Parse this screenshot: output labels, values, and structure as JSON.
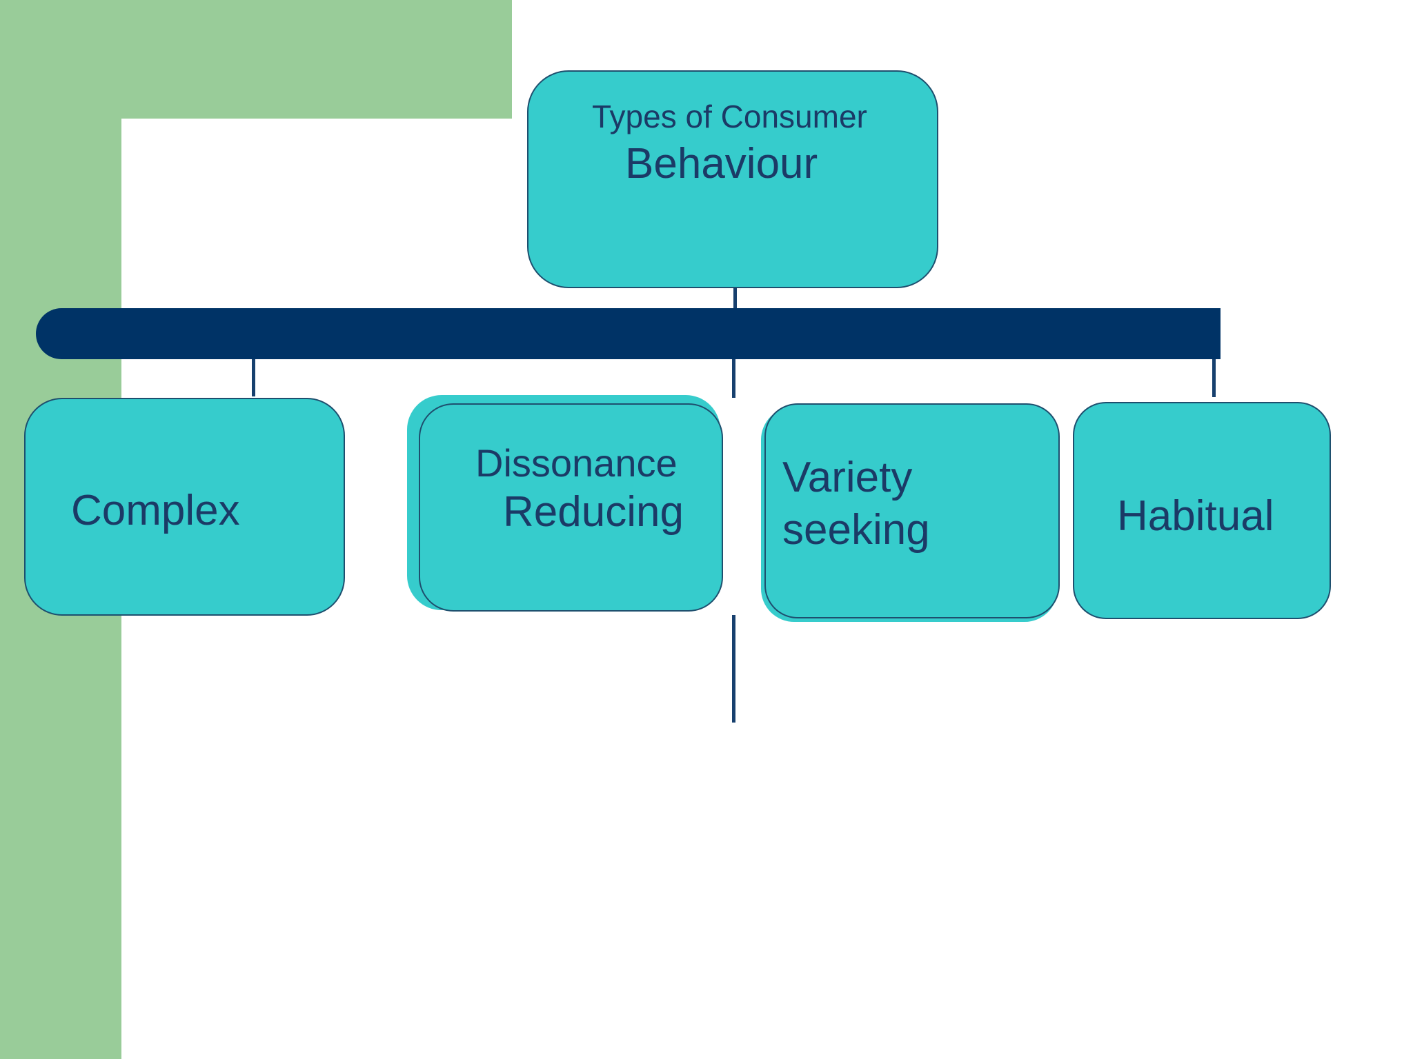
{
  "diagram": {
    "root": {
      "line1": "Types of Consumer",
      "line2": "Behaviour"
    },
    "children": [
      {
        "id": "complex",
        "lines": [
          "Complex"
        ]
      },
      {
        "id": "dissonance",
        "lines": [
          "Dissonance",
          "Reducing"
        ]
      },
      {
        "id": "variety",
        "lines": [
          "Variety",
          "seeking"
        ]
      },
      {
        "id": "habitual",
        "lines": [
          "Habitual"
        ]
      }
    ]
  },
  "colors": {
    "box_fill": "#36cccc",
    "box_border": "#1e4f6e",
    "bar": "#003366",
    "text": "#1b3a66",
    "accent_green": "#99cc99"
  }
}
